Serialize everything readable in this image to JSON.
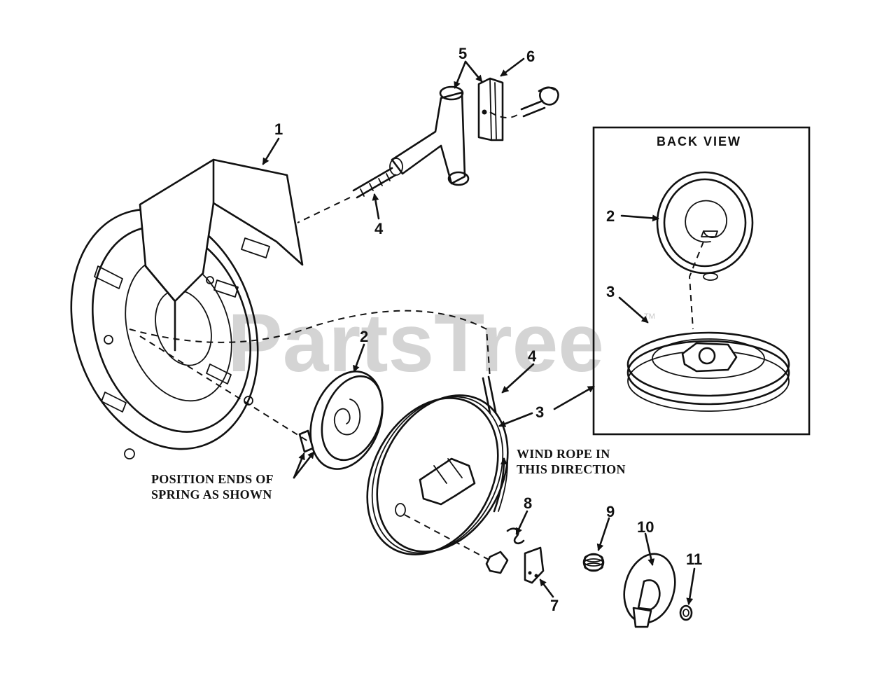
{
  "watermark": {
    "text": "PartsTree",
    "tm": "TM"
  },
  "inset": {
    "title": "BACK VIEW"
  },
  "callouts": {
    "c1": "1",
    "c2": "2",
    "c3": "3",
    "c4a": "4",
    "c4b": "4",
    "c5": "5",
    "c6": "6",
    "c7": "7",
    "c8": "8",
    "c9": "9",
    "c10": "10",
    "c11": "11",
    "inset_c2": "2",
    "inset_c3": "3"
  },
  "notes": {
    "wind_line1": "WIND ROPE IN",
    "wind_line2": "THIS DIRECTION",
    "spring_line1": "POSITION ENDS OF",
    "spring_line2": "SPRING AS SHOWN"
  }
}
